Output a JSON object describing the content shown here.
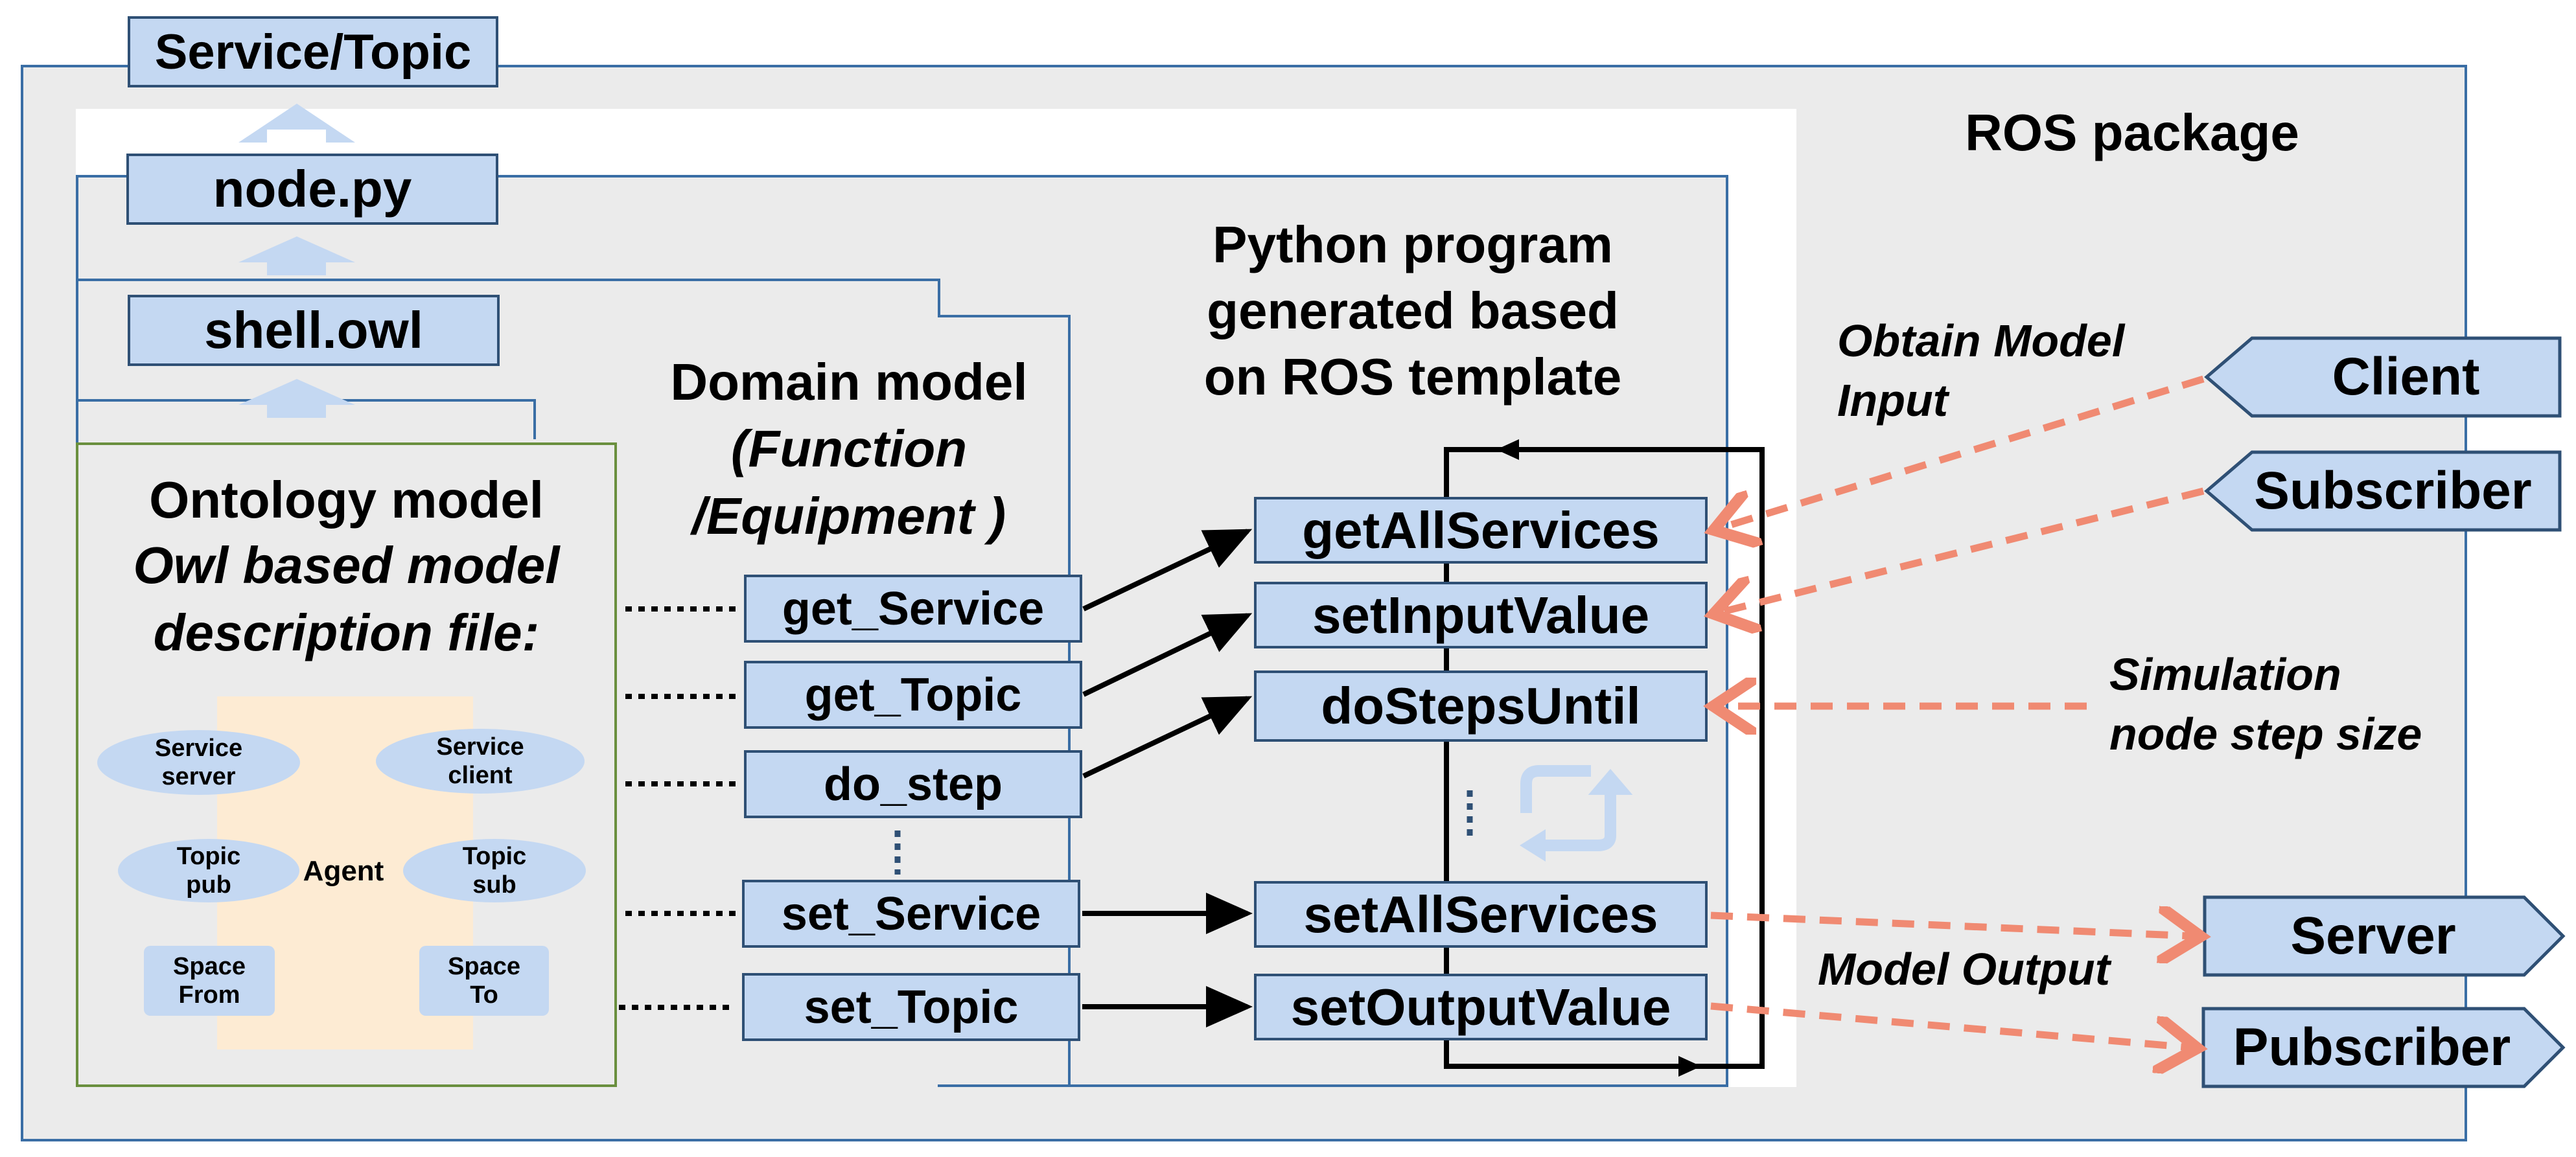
{
  "top_box": "Service/Topic",
  "package_label": "ROS package",
  "node_box": "node.py",
  "shell_box": "shell.owl",
  "ontology": {
    "title": "Ontology model",
    "subtitle": "Owl based model\ndescription file:",
    "agent": "Agent",
    "service_server": "Service\nserver",
    "service_client": "Service\nclient",
    "topic_pub": "Topic\npub",
    "topic_sub": "Topic\nsub",
    "space_from": "Space\nFrom",
    "space_to": "Space\nTo"
  },
  "domain": {
    "title": "Domain model",
    "subtitle": "(Function\n/Equipment )",
    "functions": [
      "get_Service",
      "get_Topic",
      "do_step",
      "set_Service",
      "set_Topic"
    ]
  },
  "python": {
    "title": "Python program\ngenerated based\non ROS template",
    "methods": [
      "getAllServices",
      "setInputValue",
      "doStepsUntil",
      "setAllServices",
      "setOutputValue"
    ]
  },
  "external": {
    "obtain_input": "Obtain Model\nInput",
    "simulation": "Simulation\nnode step size",
    "model_output": "Model Output",
    "client": "Client",
    "subscriber": "Subscriber",
    "server": "Server",
    "pubscriber": "Pubscriber"
  },
  "colors": {
    "box_fill": "#c4d8f2",
    "box_border": "#2f5075",
    "package_border": "#3a6ea5",
    "ontology_border": "#6a8f3e",
    "agent_fill": "#fdebd3",
    "arrow_orange": "#f08a72"
  }
}
